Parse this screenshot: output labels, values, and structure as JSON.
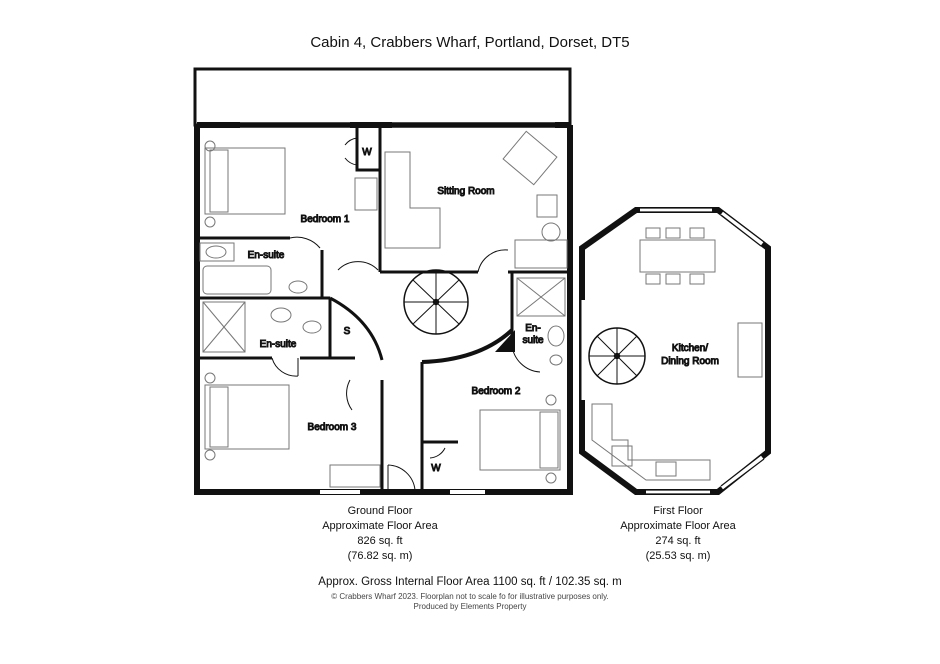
{
  "title": "Cabin 4, Crabbers Wharf, Portland, Dorset, DT5",
  "rooms": {
    "bedroom1": "Bedroom 1",
    "sitting_room": "Sitting Room",
    "ensuite1": "En-suite",
    "ensuite2": "En-suite",
    "ensuite3_line1": "En-",
    "ensuite3_line2": "suite",
    "store": "S",
    "wardrobe1": "W",
    "wardrobe2": "W",
    "bedroom2": "Bedroom 2",
    "bedroom3": "Bedroom 3",
    "kitchen_line1": "Kitchen/",
    "kitchen_line2": "Dining Room"
  },
  "ground_floor": {
    "name": "Ground Floor",
    "area_label": "Approximate Floor Area",
    "sqft": "826 sq. ft",
    "sqm": "(76.82 sq. m)"
  },
  "first_floor": {
    "name": "First Floor",
    "area_label": "Approximate Floor Area",
    "sqft": "274 sq. ft",
    "sqm": "(25.53 sq. m)"
  },
  "gross_area": "Approx. Gross Internal Floor Area 1100 sq. ft / 102.35 sq. m",
  "copyright": "© Crabbers Wharf 2023. Floorplan not to scale fo for illustrative purposes only.",
  "produced_by": "Produced by Elements Property",
  "colors": {
    "wall": "#111111",
    "fixture": "#777777",
    "background": "#ffffff"
  }
}
